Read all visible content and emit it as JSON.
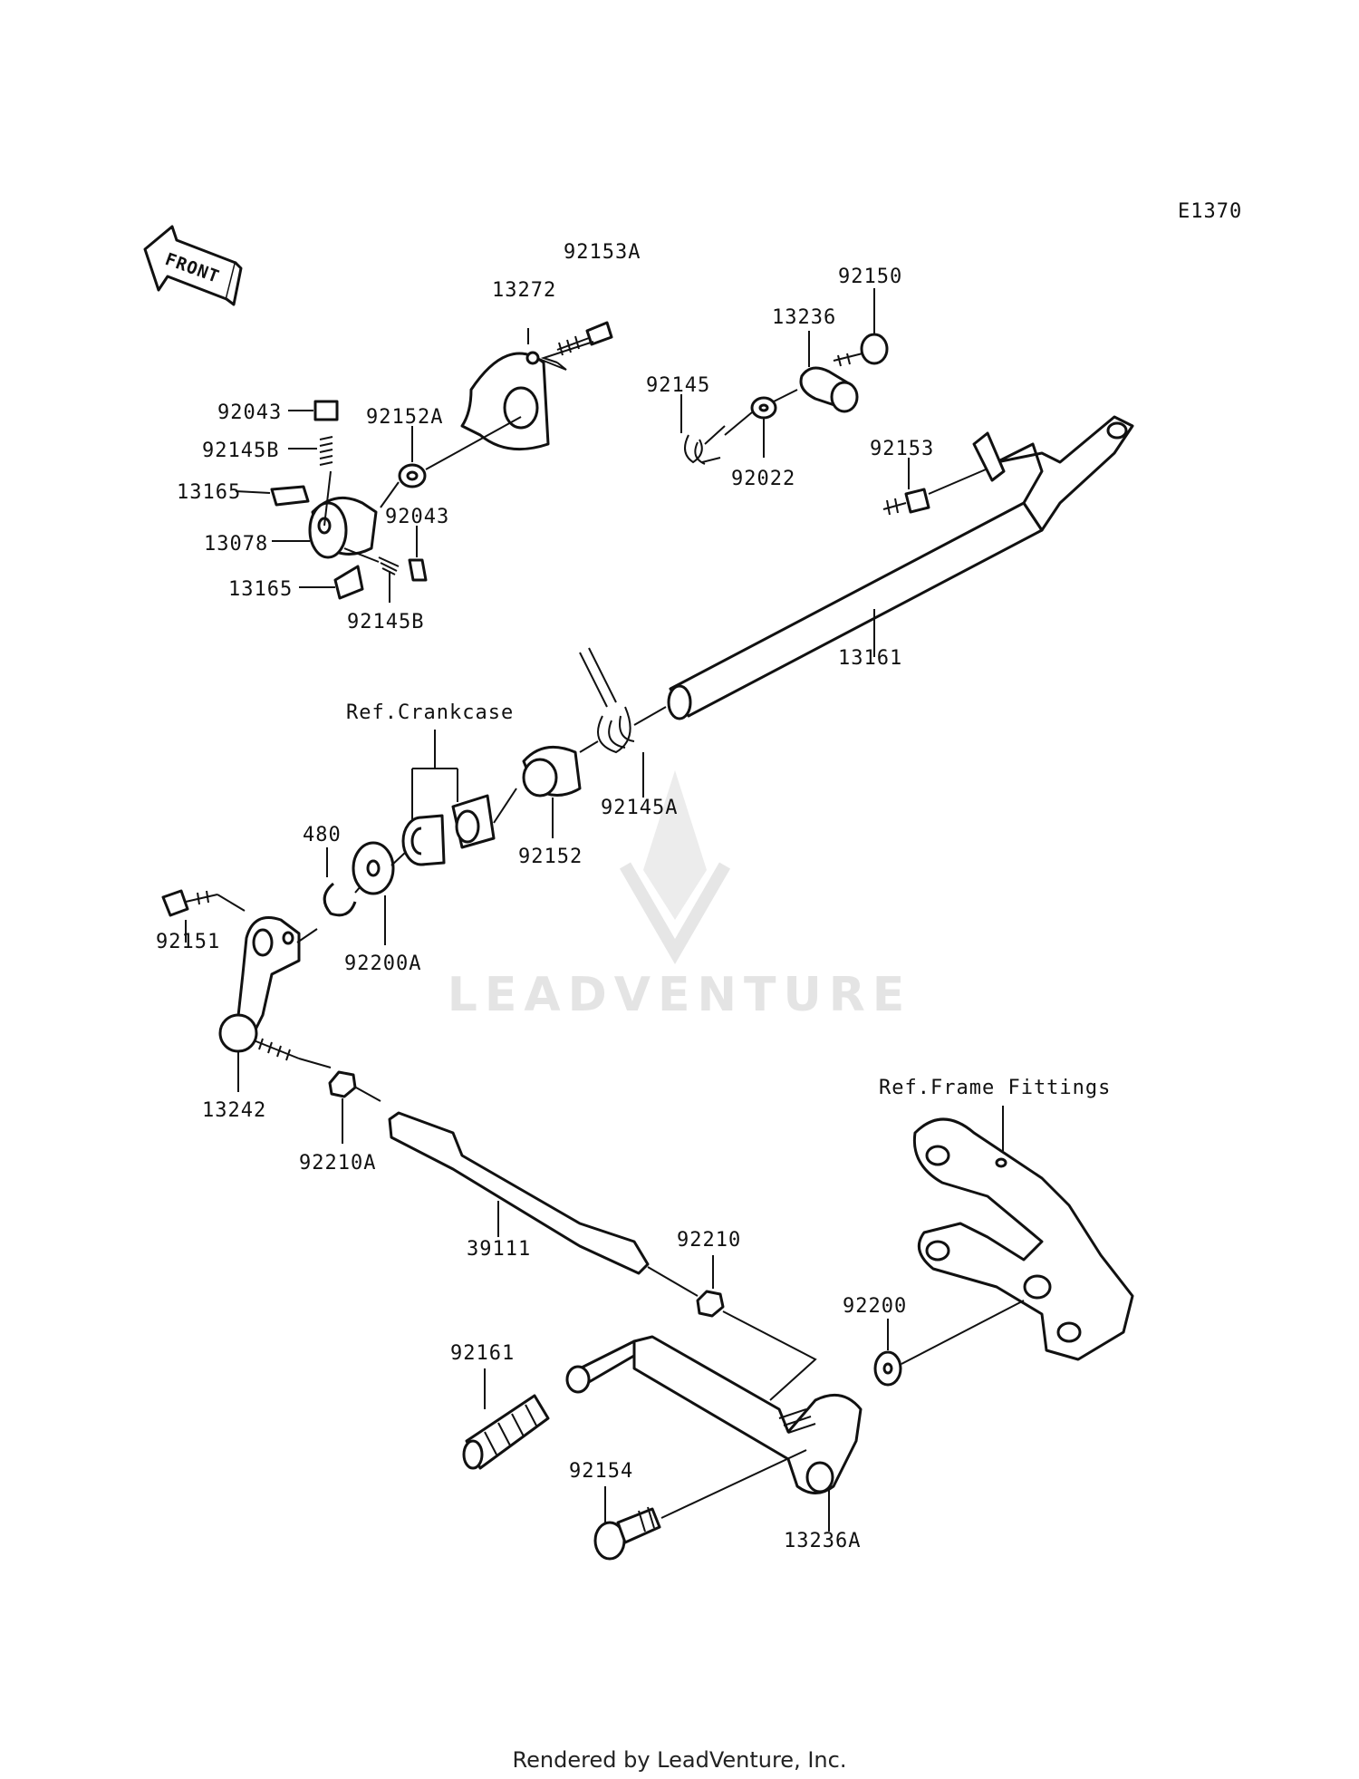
{
  "diagram_code": "E1370",
  "front_badge": "FRONT",
  "watermark": "LEADVENTURE",
  "footer": "Rendered by LeadVenture, Inc.",
  "labels": {
    "p92153A": "92153A",
    "p13272": "13272",
    "p92043a": "92043",
    "p92152A": "92152A",
    "p92145Ba": "92145B",
    "p13165a": "13165",
    "p13078": "13078",
    "p92043b": "92043",
    "p13165b": "13165",
    "p92145Bb": "92145B",
    "p92150": "92150",
    "p13236": "13236",
    "p92145": "92145",
    "p92022": "92022",
    "p92153": "92153",
    "p13161": "13161",
    "refCrankcase": "Ref.Crankcase",
    "p92145A": "92145A",
    "p480": "480",
    "p92152": "92152",
    "p92151": "92151",
    "p92200A": "92200A",
    "p13242": "13242",
    "p92210A": "92210A",
    "refFrame": "Ref.Frame Fittings",
    "p39111": "39111",
    "p92210": "92210",
    "p92200": "92200",
    "p92161": "92161",
    "p92154": "92154",
    "p13236A": "13236A"
  }
}
